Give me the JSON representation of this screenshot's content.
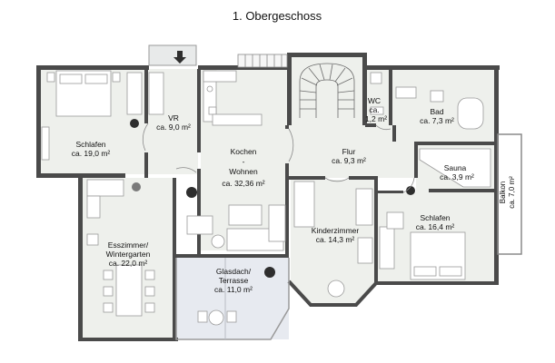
{
  "title": "1. Obergeschoss",
  "rooms": {
    "schlafen1": {
      "name": "Schlafen",
      "area": "ca. 19,0 m²"
    },
    "vr": {
      "name": "VR",
      "area": "ca. 9,0 m²"
    },
    "kochen": {
      "name": "Kochen",
      "dash": "-",
      "name2": "Wohnen",
      "area": "ca. 32,36 m²"
    },
    "flur": {
      "name": "Flur",
      "area": "ca. 9,3 m²"
    },
    "wc": {
      "name": "WC",
      "area": "ca.",
      "area2": "1,2 m²"
    },
    "bad": {
      "name": "Bad",
      "area": "ca. 7,3 m²"
    },
    "sauna": {
      "name": "Sauna",
      "area": "ca. 3,9 m²"
    },
    "balkon": {
      "name": "Balkon",
      "area": "ca. 7,0 m²"
    },
    "esszimmer": {
      "name": "Esszimmer/",
      "name2": "Wintergarten",
      "area": "ca. 22,0 m²"
    },
    "kinderzimmer": {
      "name": "Kinderzimmer",
      "area": "ca. 14,3 m²"
    },
    "schlafen2": {
      "name": "Schlafen",
      "area": "ca. 16,4 m²"
    },
    "glasdach": {
      "name": "Glasdach/",
      "name2": "Terrasse",
      "area": "ca. 11,0 m²"
    }
  },
  "colors": {
    "wall": "#4a4a4a",
    "floor": "#eef0ec",
    "terrace": "#e7eaf0",
    "furniture": "#ffffff",
    "furniture_stroke": "#9a9a9a",
    "plant": "#2e2e2e"
  }
}
